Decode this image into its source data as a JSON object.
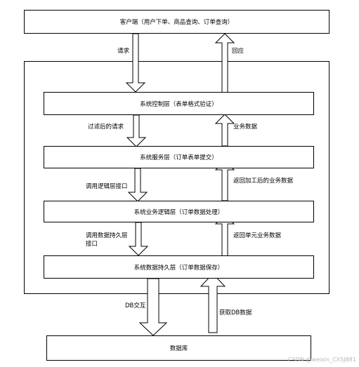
{
  "boxes": {
    "client": "客户端（用户下单、商品查询、订单查询）",
    "control": "系统控制层（表单格式验证）",
    "service": "系统服务层（订单表单提交）",
    "logic": "系统业务逻辑层（订单数据处理）",
    "persistence": "系统数据持久层（订单数据保存）",
    "database": "数据库"
  },
  "labels": {
    "request": "请求",
    "response": "回应",
    "filtered_request": "过滤后的请求",
    "business_data": "业务数据",
    "call_logic_interface": "调用逻辑层接口",
    "return_processed_data": "返回加工后的业务数据",
    "call_persistence_interface": "调用数据持久层接口",
    "return_unit_data": "返回单元业务数据",
    "db_interaction": "DB交互",
    "fetch_db_data": "获取DB数据"
  },
  "watermark": "CSDN @weixin_CXSJ881"
}
